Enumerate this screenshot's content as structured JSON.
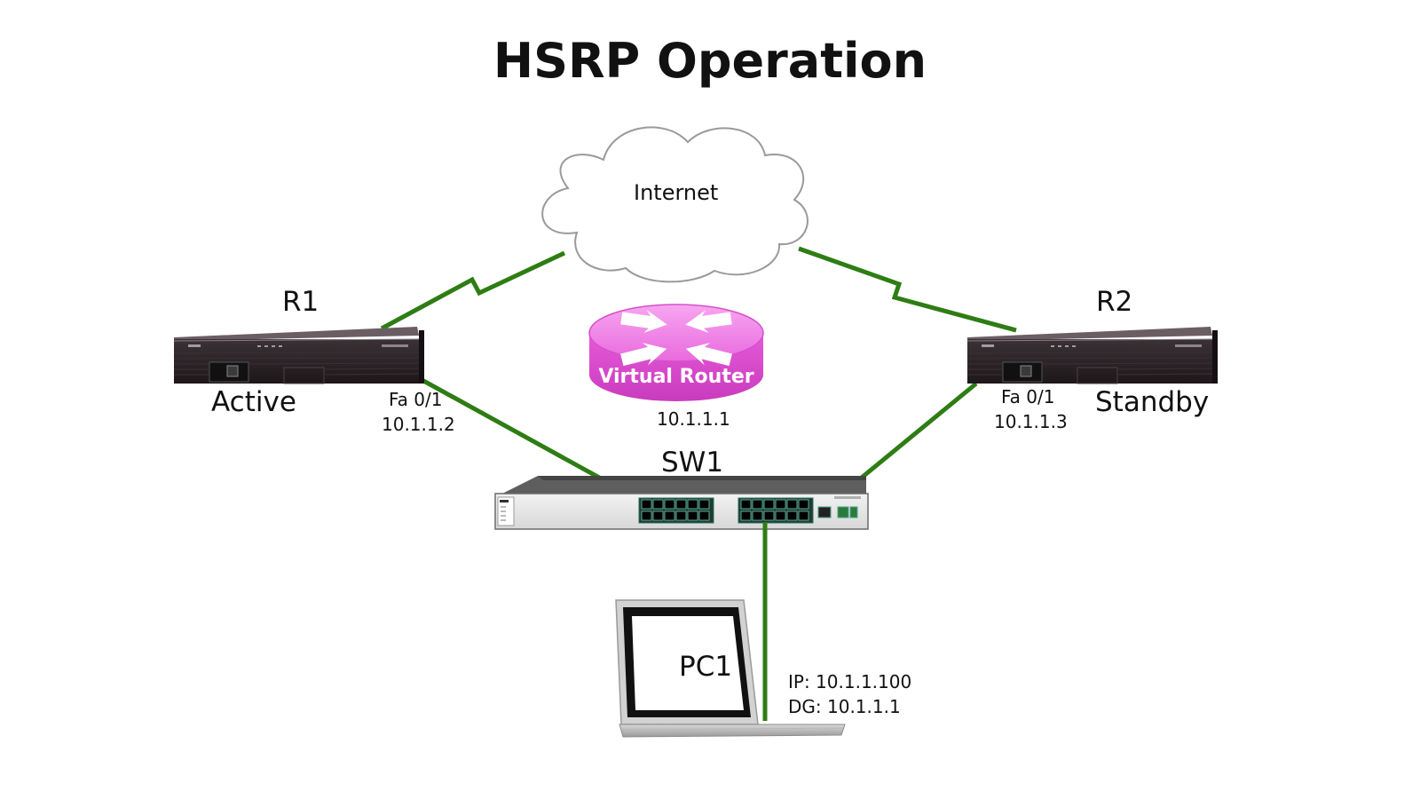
{
  "title": "HSRP Operation",
  "internet": {
    "label": "Internet"
  },
  "r1": {
    "name": "R1",
    "role": "Active",
    "interface": "Fa 0/1",
    "ip": "10.1.1.2"
  },
  "r2": {
    "name": "R2",
    "role": "Standby",
    "interface": "Fa 0/1",
    "ip": "10.1.1.3"
  },
  "virtual_router": {
    "label": "Virtual Router",
    "ip": "10.1.1.1"
  },
  "switch": {
    "name": "SW1"
  },
  "pc": {
    "name": "PC1",
    "ip_line": "IP: 10.1.1.100",
    "dg_line": "DG: 10.1.1.1"
  },
  "colors": {
    "link": "#2e7d14",
    "virtual_router": "#e255d6",
    "router_body": "#2a2226",
    "switch_body": "#e9e9e9"
  },
  "icons": {
    "cloud": "cloud-icon",
    "router": "router-icon",
    "virtual_router": "virtual-router-icon",
    "switch": "switch-icon",
    "laptop": "laptop-icon"
  }
}
